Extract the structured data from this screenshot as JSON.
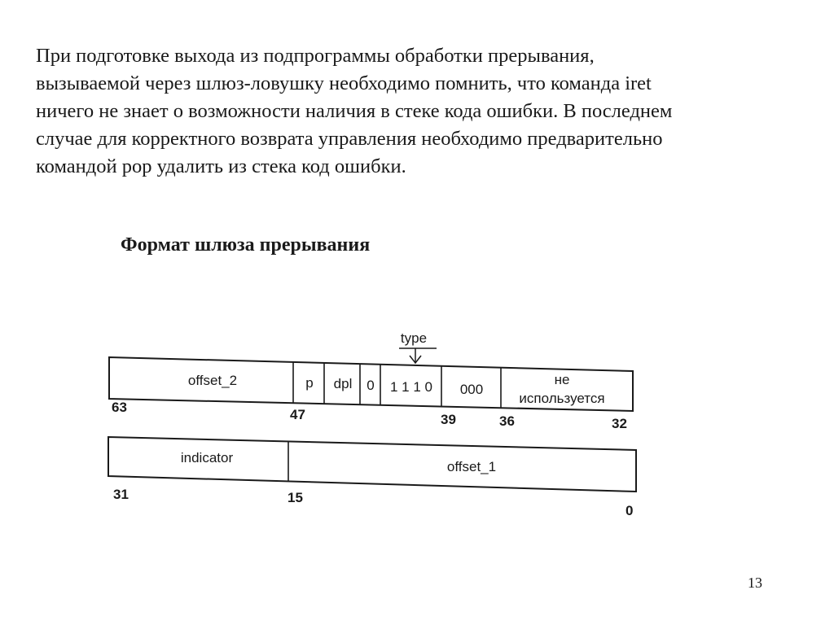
{
  "paragraph": {
    "lines": [
      "При подготовке выхода из подпрограммы обработки прерывания,",
      "вызываемой через шлюз-ловушку необходимо помнить, что команда iret",
      "ничего не знает о возможности наличия в стеке кода ошибки. В последнем",
      "случае для корректного возврата управления необходимо предварительно",
      "командой pop удалить из стека код ошибки."
    ]
  },
  "heading": "Формат шлюза прерывания",
  "diagram": {
    "type_label": "type",
    "upper_row": {
      "fields": {
        "offset_2": "offset_2",
        "p": "p",
        "dpl": "dpl",
        "zero": "0",
        "type_bits": "1 1 1 0",
        "zeros": "000",
        "unused_line1": "не",
        "unused_line2": "используется"
      },
      "bits": {
        "b63": "63",
        "b47": "47",
        "b39": "39",
        "b36": "36",
        "b32": "32"
      }
    },
    "lower_row": {
      "fields": {
        "indicator": "indicator",
        "offset_1": "offset_1"
      },
      "bits": {
        "b31": "31",
        "b15": "15",
        "b0": "0"
      }
    }
  },
  "page_number": "13"
}
